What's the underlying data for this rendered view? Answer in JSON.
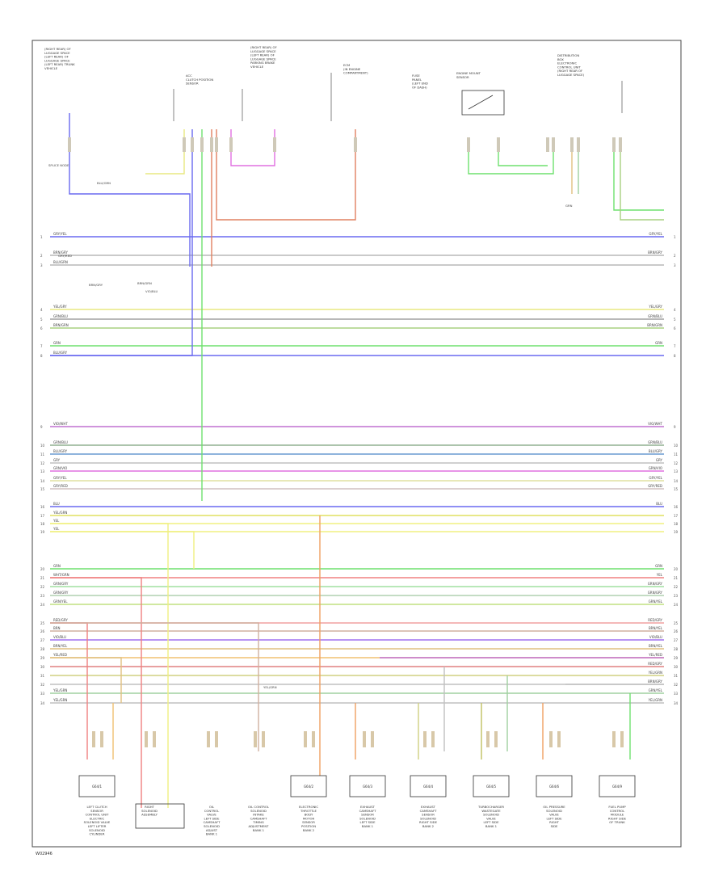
{
  "diagram": {
    "page_id": "W02946",
    "wires": [
      {
        "n": "1",
        "left": "GRY/YEL",
        "right": "GRY/YEL",
        "color": "#6a6af0"
      },
      {
        "n": "2",
        "left": "BRN/GRY",
        "right": "BRN/GRY",
        "color": "#b8b8b8"
      },
      {
        "n": "3",
        "left": "BLU/GRN",
        "right": "",
        "color": "#b8b8b8"
      },
      {
        "n": "4",
        "left": "YEL/GRY",
        "right": "YEL/GRY",
        "color": "#e8e880"
      },
      {
        "n": "5",
        "left": "GRN/BLU",
        "right": "GRN/BLU",
        "color": "#a0a0a0"
      },
      {
        "n": "6",
        "left": "BRN/GRN",
        "right": "BRN/GRN",
        "color": "#a8d080"
      },
      {
        "n": "7",
        "left": "GRN",
        "right": "GRN",
        "color": "#6ee06e"
      },
      {
        "n": "8",
        "left": "BLU/GRY",
        "right": "",
        "color": "#6a6af0"
      },
      {
        "n": "9",
        "left": "VIO/WHT",
        "right": "VIO/WHT",
        "color": "#c070d0"
      },
      {
        "n": "10",
        "left": "GRN/BLU",
        "right": "GRN/BLU",
        "color": "#90b090"
      },
      {
        "n": "11",
        "left": "BLU/GRY",
        "right": "BLU/GRY",
        "color": "#6a9ad0"
      },
      {
        "n": "12",
        "left": "GRY",
        "right": "GRY",
        "color": "#c0c0c0"
      },
      {
        "n": "13",
        "left": "GRN/VIO",
        "right": "GRN/VIO",
        "color": "#e070e0"
      },
      {
        "n": "14",
        "left": "GRY/YEL",
        "right": "GRY/YEL",
        "color": "#e0e0a0"
      },
      {
        "n": "15",
        "left": "GRY/RED",
        "right": "GRY/RED",
        "color": "#d0c0c0"
      },
      {
        "n": "16",
        "left": "BLU",
        "right": "BLU",
        "color": "#6a6af0"
      },
      {
        "n": "17",
        "left": "YEL/GRN",
        "right": "",
        "color": "#e0e060"
      },
      {
        "n": "18",
        "left": "YEL",
        "right": "",
        "color": "#f0f080"
      },
      {
        "n": "19",
        "left": "YEL",
        "right": "",
        "color": "#f0f080"
      },
      {
        "n": "20",
        "left": "GRN",
        "right": "GRN",
        "color": "#6ee06e"
      },
      {
        "n": "21",
        "left": "WHT/GRN",
        "right": "YEL",
        "color": "#f08080"
      },
      {
        "n": "22",
        "left": "GRN/GRY",
        "right": "GRN/GRY",
        "color": "#a0e0a0"
      },
      {
        "n": "23",
        "left": "GRN/GRY",
        "right": "GRN/GRY",
        "color": "#b0d0b0"
      },
      {
        "n": "24",
        "left": "GRN/YEL",
        "right": "GRN/YEL",
        "color": "#c0e080"
      },
      {
        "n": "25",
        "left": "RED/GRY",
        "right": "RED/GRY",
        "color": "#f0a0a0"
      },
      {
        "n": "26",
        "left": "BRN",
        "right": "BRN/YEL",
        "color": "#d0b0a0"
      },
      {
        "n": "27",
        "left": "VIO/BLU",
        "right": "VIO/BLU",
        "color": "#a070f0"
      },
      {
        "n": "28",
        "left": "BRN/YEL",
        "right": "BRN/YEL",
        "color": "#e0c080"
      },
      {
        "n": "29",
        "left": "YEL/RED",
        "right": "YEL/RED",
        "color": "#f0c070"
      },
      {
        "n": "30",
        "left": "",
        "right": "RED/GRY",
        "color": "#e08080"
      },
      {
        "n": "31",
        "left": "",
        "right": "YEL/GRN",
        "color": "#d0d080"
      },
      {
        "n": "32",
        "left": "",
        "right": "BRN/GRY",
        "color": "#c0c0c0"
      },
      {
        "n": "33",
        "left": "YEL/GRN",
        "right": "GRN/YEL",
        "color": "#a0d0a0"
      },
      {
        "n": "34",
        "left": "YEL/GRN",
        "right": "YEL/GRN",
        "color": "#c0c0c0"
      }
    ],
    "top_components": [
      {
        "label": "(RIGHT REAR) OF\nLUGGAGE SPACE\n(LEFT REAR) OF\nLUGGAGE SPACE\n(LEFT REAR) TRUNK\nVEHICLE"
      },
      {
        "label": "ACC\nCLUTCH POSITION\nSENSOR"
      },
      {
        "label": "(RIGHT REAR) OF\nLUGGAGE SPACE\n(LEFT REAR) OF\nLUGGAGE SPACE\nPARKING BRAKE\nVEHICLE"
      },
      {
        "label": "ECM\n(IN ENGINE\nCOMPARTMENT)"
      },
      {
        "label": "FUSE\nPANEL\n(LEFT END\nOF DASH)"
      },
      {
        "label": "ENGINE MOUNT\nSENSOR"
      },
      {
        "label": "DISTRIBUTION\nBOX\nELECTRONIC\nCONTROL UNIT\n(RIGHT REAR OF\nLUGGAGE SPACE)"
      }
    ],
    "bottom_components": [
      {
        "box": "G64/1",
        "label": "LEFT CLUTCH\nSENSOR\nCONTROL UNIT\nELECTRIC\nSOLENOID VALVE\nLEFT LIFTER\nSOLENOID\nCYLINDER"
      },
      {
        "box": "",
        "label": "RIGHT\nSOLENOID\nASSEMBLY"
      },
      {
        "box": "",
        "label": "OIL\nCONTROL\nVALVE\nLEFT SIDE\nCAMSHAFT\nSOLENOID\nADJUST\nBANK 1"
      },
      {
        "box": "",
        "label": "OIL CONTROL\nSOLENOID\nINTAKE\nCAMSHAFT\nTIMING\nADJUSTMENT\nBANK 1"
      },
      {
        "box": "G64/2",
        "label": "ELECTRONIC\nTHROTTLE\nBODY\nMOTOR\nSENSOR\nPOSITION\nBANK 2"
      },
      {
        "box": "G64/3",
        "label": "EXHAUST\nCAMSHAFT\nSENSOR\nSOLENOID\nLEFT SIDE\nBANK 1"
      },
      {
        "box": "G64/4",
        "label": "EXHAUST\nCAMSHAFT\nSENSOR\nSOLENOID\nRIGHT SIDE\nBANK 2"
      },
      {
        "box": "G64/5",
        "label": "TURBOCHARGER\nWASTEGATE\nSOLENOID\nVALVE\nLEFT SIDE\nBANK 1"
      },
      {
        "box": "G64/6",
        "label": "OIL PRESSURE\nSOLENOID\nVALVE\nLEFT SIDE\nRIGHT\nSIDE"
      },
      {
        "box": "G64/9",
        "label": "FUEL PUMP\nCONTROL\nMODULE\nRIGHT SIDE\nOF TRUNK"
      }
    ],
    "annotations": [
      "SPLICE NODE",
      "YEL/GRN",
      "GRY/RED",
      "BRN/GRY",
      "BLU/GRN",
      "GRN",
      "BRN/GRN",
      "VIO/BLU"
    ]
  }
}
